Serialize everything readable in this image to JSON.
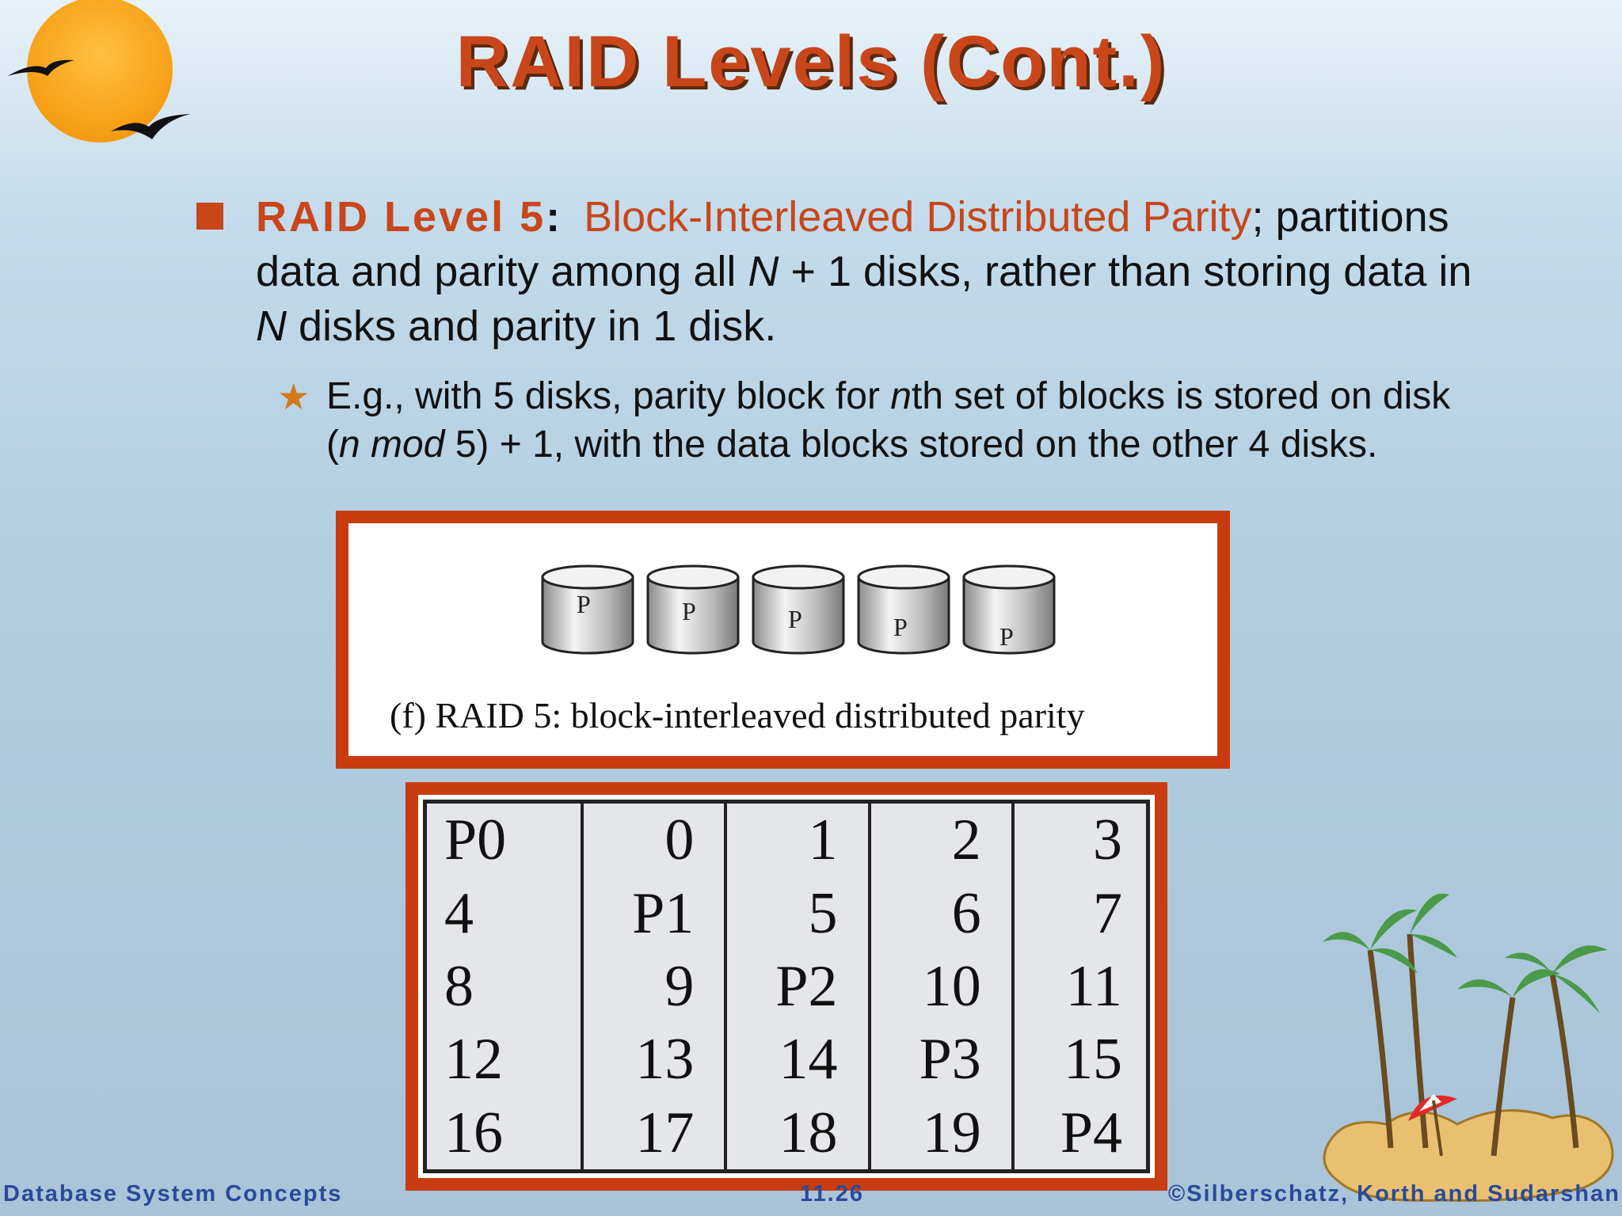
{
  "slide": {
    "title": "RAID Levels (Cont.)",
    "bullet": {
      "label": "RAID Level 5",
      "colon": ":",
      "description": "Block-Interleaved Distributed Parity",
      "semicolon": ";",
      "text1": " partitions data and parity among all ",
      "n1": "N",
      "text2": " + 1 disks, rather than storing data in ",
      "n2": "N",
      "text3": " disks and parity in 1 disk."
    },
    "sub_bullet": {
      "t1": "E.g., with 5 disks, parity block for ",
      "n": "n",
      "t2": "th set of blocks is stored on disk (",
      "nmod": "n mod",
      "t3": " 5) + 1, with the data blocks stored on the other 4 disks."
    },
    "figure1": {
      "disk_labels": [
        "P",
        "P",
        "P",
        "P",
        "P"
      ],
      "caption": "(f) RAID 5: block-interleaved distributed parity"
    },
    "figure2": {
      "rows": [
        [
          "P0",
          "0",
          "1",
          "2",
          "3"
        ],
        [
          "4",
          "P1",
          "5",
          "6",
          "7"
        ],
        [
          "8",
          "9",
          "P2",
          "10",
          "11"
        ],
        [
          "12",
          "13",
          "14",
          "P3",
          "15"
        ],
        [
          "16",
          "17",
          "18",
          "19",
          "P4"
        ]
      ]
    },
    "footer": {
      "left": "Database System Concepts",
      "center": "11.26",
      "right": "©Silberschatz, Korth and Sudarshan"
    }
  },
  "colors": {
    "accent": "#c8461a",
    "frame": "#c83c10",
    "footer": "#2a4a9a",
    "star": "#d07a1a"
  },
  "icons": {
    "bullet": "square-bullet-icon",
    "sub_bullet": "star-icon",
    "decor_top": "sun-with-birds-icon",
    "decor_bottom": "palm-island-icon"
  }
}
